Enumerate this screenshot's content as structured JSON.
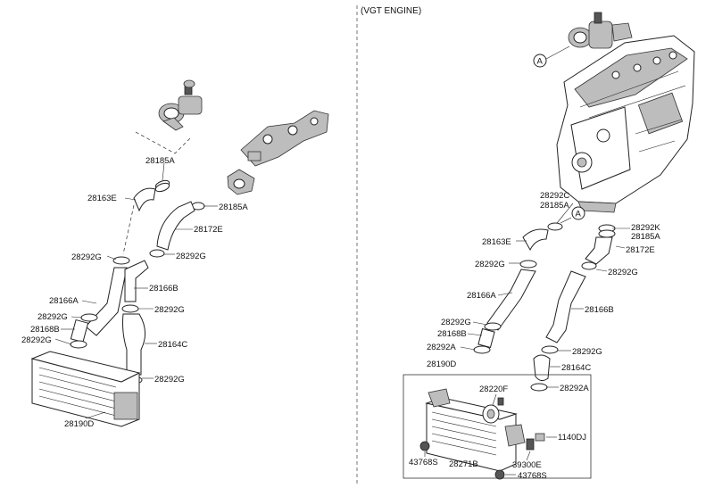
{
  "header": {
    "title": "(VGT ENGINE)"
  },
  "callouts": {
    "ref_a_top": "A",
    "ref_a_mid": "A"
  },
  "left_labels": {
    "l_28185A_top": "28185A",
    "l_28163E": "28163E",
    "l_28185A_mid": "28185A",
    "l_28172E": "28172E",
    "l_28292G_a": "28292G",
    "l_28292G_b": "28292G",
    "l_28166A": "28166A",
    "l_28166B": "28166B",
    "l_28292G_c": "28292G",
    "l_28292G_d": "28292G",
    "l_28168B": "28168B",
    "l_28292G_e": "28292G",
    "l_28164C": "28164C",
    "l_28292G_f": "28292G",
    "l_28190D": "28190D"
  },
  "right_labels": {
    "r_28292C": "28292C",
    "r_28185A_a": "28185A",
    "r_28292K": "28292K",
    "r_28185A_b": "28185A",
    "r_28163E": "28163E",
    "r_28172E": "28172E",
    "r_28292G_a": "28292G",
    "r_28292G_b": "28292G",
    "r_28166A": "28166A",
    "r_28166B": "28166B",
    "r_28292G_c": "28292G",
    "r_28168B": "28168B",
    "r_28292A_a": "28292A",
    "r_28292G_d": "28292G",
    "r_28190D": "28190D",
    "r_28164C": "28164C",
    "r_28220F": "28220F",
    "r_28292A_b": "28292A",
    "r_1140DJ": "1140DJ",
    "r_43768S_a": "43768S",
    "r_28271B": "28271B",
    "r_39300E": "39300E",
    "r_43768S_b": "43768S"
  }
}
